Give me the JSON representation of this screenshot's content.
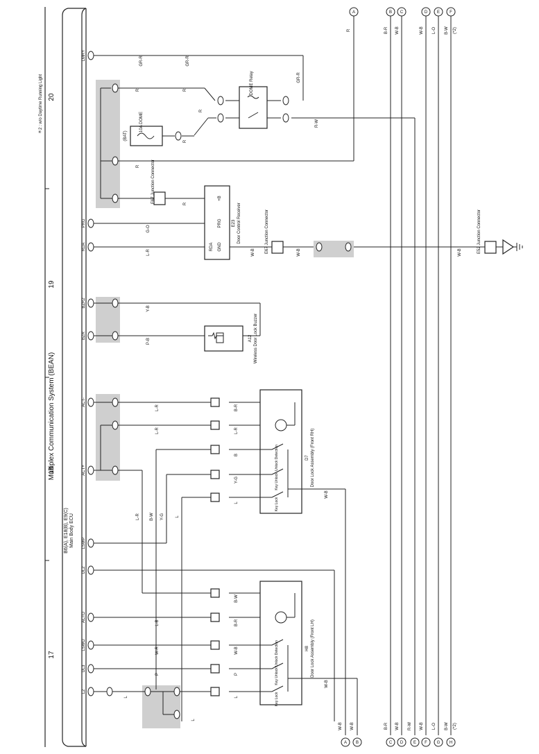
{
  "title": "Multiplex Communication System (BEAN)",
  "note": "＊2 : w/o Daytime Running Light",
  "section_numbers": [
    "17",
    "18",
    "19",
    "20"
  ],
  "ecu": {
    "code": "B6(A), E18(B), E9(C)",
    "name": "Main Body ECU",
    "terminals": [
      "LMRY",
      "PRG",
      "RDA",
      "BZR2",
      "BZR",
      "ACT-",
      "ACT+",
      "LSWP",
      "UL2",
      "ACTD",
      "LSWD",
      "UL3",
      "L2"
    ]
  },
  "connectors_top": [
    "A",
    "B",
    "C",
    "D",
    "E",
    "F"
  ],
  "connectors_top_wires": [
    "R",
    "B-R",
    "W-B",
    "W-B",
    "L-O",
    "B-W",
    "(*2)"
  ],
  "connectors_bottom": [
    "A",
    "B",
    "C",
    "D",
    "E",
    "F",
    "G",
    "H"
  ],
  "connectors_bottom_wires": [
    "W-B",
    "W-B",
    "B-R",
    "W-B",
    "R-W",
    "W-B",
    "L-O",
    "B-W",
    "(*2)"
  ],
  "components": {
    "dome_relay": "DOME Relay",
    "fuse": "10A DOME",
    "batt": "(BAT)",
    "junction_e67": "E67 Junction Connector",
    "junction_e67b": "E67 Junction Connector",
    "junction_e52": "E52 Junction Connector",
    "door_receiver_code": "E23",
    "door_receiver": "Door Control Receiver",
    "buzzer_code": "A12",
    "buzzer": "Wireless Door Lock Buzzer",
    "front_rh_code": "D7",
    "front_rh": "Door Lock Assembly (Front RH)",
    "front_lh_code": "H8",
    "front_lh": "Door Lock Assembly (Front LH)",
    "unlock_detection": "Unlock Detection",
    "key_unlock": "Key Unlock",
    "key_lock": "Key Lock",
    "receiver_pins": [
      "+B",
      "PRG",
      "RDA",
      "GND"
    ]
  },
  "wire_colors": [
    "GR-R",
    "R",
    "G-O",
    "L-R",
    "W-B",
    "Y-B",
    "P-B",
    "B-R",
    "B",
    "Y-G",
    "L",
    "B-W",
    "L-B",
    "W-R",
    "P",
    "R-W"
  ]
}
